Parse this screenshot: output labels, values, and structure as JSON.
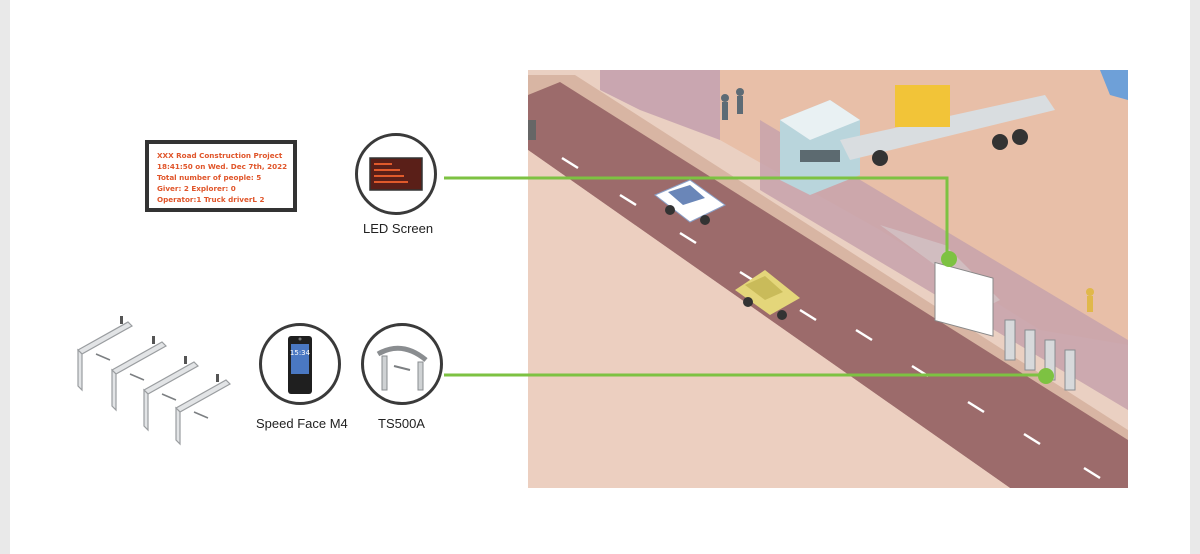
{
  "led_panel": {
    "lines": [
      "XXX Road Construction Project",
      "18:41:50 on Wed. Dec 7th, 2022",
      "Total number of people: 5",
      "Giver: 2        Explorer: 0",
      "Operator:1  Truck driverL 2"
    ]
  },
  "devices": {
    "led_screen": {
      "label": "LED Screen"
    },
    "speed_face": {
      "label": "Speed Face M4",
      "screen_time": "15:34"
    },
    "turnstile": {
      "label": "TS500A"
    }
  },
  "colors": {
    "connector": "#7dc242",
    "road": "#9c6b6b",
    "ground": "#e8bfa8",
    "led_text": "#e0552a"
  },
  "icons": [
    "led-screen-icon",
    "face-terminal-icon",
    "tripod-turnstile-icon",
    "turnstile-group-icon"
  ]
}
